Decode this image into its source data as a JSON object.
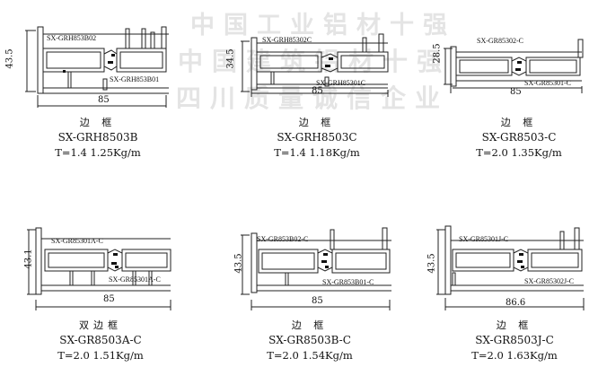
{
  "watermark": [
    "中国工业铝材十强",
    "中国建筑铝材十强",
    "四川质量诚信企业"
  ],
  "profiles": [
    {
      "name": "边 框",
      "code": "SX-GRH8503B",
      "spec": "T=1.4  1.25Kg/m",
      "width": "85",
      "height": "43.5",
      "tags": [
        "SX-GRH853B02",
        "SX-GRH853B01"
      ]
    },
    {
      "name": "边 框",
      "code": "SX-GRH8503C",
      "spec": "T=1.4  1.18Kg/m",
      "width": "85",
      "height": "34.5",
      "tags": [
        "SX-GRH85302C",
        "SX-GRH85301C"
      ]
    },
    {
      "name": "边 框",
      "code": "SX-GR8503-C",
      "spec": "T=2.0  1.35Kg/m",
      "width": "85",
      "height": "28.5",
      "tags": [
        "SX-GR85302-C",
        "SX-GR85301-C"
      ]
    },
    {
      "name": "双边框",
      "code": "SX-GR8503A-C",
      "spec": "T=2.0  1.51Kg/m",
      "width": "85",
      "height": "43.1",
      "tags": [
        "SX-GR85301A-C",
        "SX-GR85301A-C"
      ]
    },
    {
      "name": "边 框",
      "code": "SX-GR8503B-C",
      "spec": "T=2.0  1.54Kg/m",
      "width": "85",
      "height": "43.5",
      "tags": [
        "SX-GR853B02-C",
        "SX-GR853B01-C"
      ]
    },
    {
      "name": "边 框",
      "code": "SX-GR8503J-C",
      "spec": "T=2.0  1.63Kg/m",
      "width": "86.6",
      "height": "43.5",
      "tags": [
        "SX-GR85301J-C",
        "SX-GR85302J-C"
      ]
    }
  ]
}
